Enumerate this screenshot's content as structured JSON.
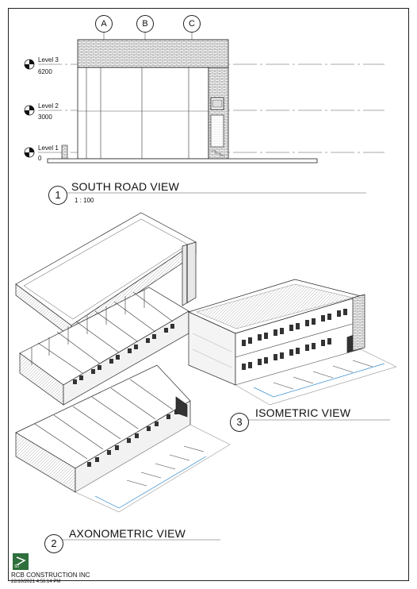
{
  "grid_lines": [
    "A",
    "B",
    "C"
  ],
  "levels": [
    {
      "name": "Level 3",
      "elevation": "6200"
    },
    {
      "name": "Level 2",
      "elevation": "3000"
    },
    {
      "name": "Level 1",
      "elevation": "0"
    }
  ],
  "views": {
    "south": {
      "number": "1",
      "title": "SOUTH ROAD VIEW",
      "scale": "1 : 100"
    },
    "axonometric": {
      "number": "2",
      "title": "AXONOMETRIC VIEW"
    },
    "isometric": {
      "number": "3",
      "title": "ISOMETRIC VIEW"
    }
  },
  "title_block": {
    "logo_text": "SJ",
    "company": "RCB CONSTRUCTION INC",
    "timestamp": "22/10/2021 4:56:14 PM"
  }
}
